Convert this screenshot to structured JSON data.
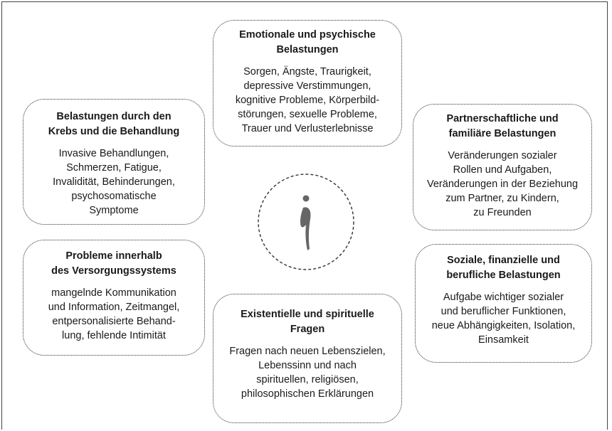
{
  "emotional": {
    "title": [
      "Emotionale und psychische",
      "Belastungen"
    ],
    "body": [
      "Sorgen, Ängste, Traurigkeit,",
      "depressive Verstimmungen,",
      "kognitive Probleme, Körperbild-",
      "störungen, sexuelle Probleme,",
      "Trauer und Verlusterlebnisse"
    ]
  },
  "cancer": {
    "title": [
      "Belastungen durch den",
      "Krebs und die Behandlung"
    ],
    "body": [
      "Invasive Behandlungen,",
      "Schmerzen, Fatigue,",
      "Invalidität, Behinderungen,",
      "psychosomatische",
      "Symptome"
    ]
  },
  "partner": {
    "title": [
      "Partnerschaftliche und",
      "familiäre Belastungen"
    ],
    "body": [
      "Veränderungen sozialer",
      "Rollen und Aufgaben,",
      "Veränderungen in der Beziehung",
      "zum Partner, zu Kindern,",
      "zu Freunden"
    ]
  },
  "system": {
    "title": [
      "Probleme innerhalb",
      "des Versorgungssystems"
    ],
    "body": [
      "mangelnde Kommunikation",
      "und Information, Zeitmangel,",
      "entpersonalisierte Behand-",
      "lung, fehlende Intimität"
    ]
  },
  "social": {
    "title": [
      "Soziale, finanzielle und",
      "berufliche Belastungen"
    ],
    "body": [
      "Aufgabe wichtiger sozialer",
      "und beruflicher Funktionen,",
      "neue Abhängigkeiten, Isolation,",
      "Einsamkeit"
    ]
  },
  "existential": {
    "title": [
      "Existentielle und spirituelle",
      "Fragen"
    ],
    "body": [
      "Fragen nach neuen Lebenszielen,",
      "Lebenssinn und nach",
      "spirituellen, religiösen,",
      "philosophischen Erklärungen"
    ]
  },
  "center": {
    "icon": "person-figure-icon",
    "figure_color": "#666666"
  }
}
